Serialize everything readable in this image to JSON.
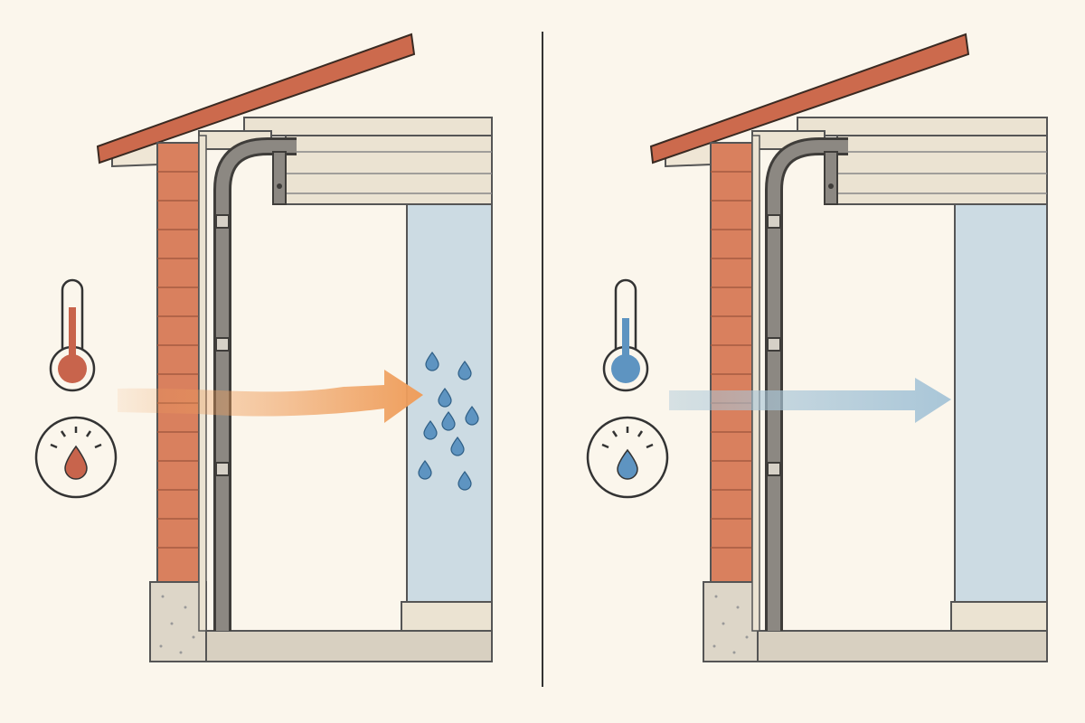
{
  "panels": [
    {
      "id": "warm-humid",
      "thermometer_level": "high",
      "humidity_level": "high",
      "airflow_direction": "outside-to-inside",
      "condensation": true,
      "droplet_count": 9
    },
    {
      "id": "cool-dry",
      "thermometer_level": "low",
      "humidity_level": "low",
      "airflow_direction": "outside-to-inside",
      "condensation": false,
      "droplet_count": 0
    }
  ],
  "colors": {
    "background": "#fbf6ec",
    "roof": "#cc6a4d",
    "brick": "#d9805e",
    "frame": "#8c8882",
    "interior_wall": "#ccdbe3",
    "droplet": "#5e94c1",
    "warm_accent": "#c8644c",
    "cool_accent": "#5e94c1",
    "warm_arrow": "#ef9e5c",
    "cool_arrow": "#a9c6d8"
  },
  "icons": [
    "thermometer-icon",
    "humidity-gauge-icon",
    "airflow-arrow-icon",
    "water-droplet-icon"
  ]
}
